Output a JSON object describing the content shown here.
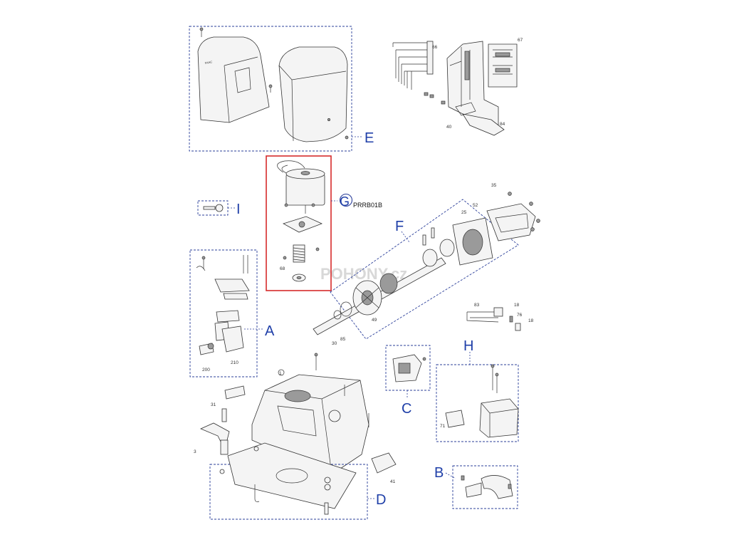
{
  "group_labels": {
    "A": "A",
    "B": "B",
    "C": "C",
    "D": "D",
    "E": "E",
    "F": "F",
    "G": "G",
    "H": "H",
    "I": "I"
  },
  "kit_code": "PRRB01B",
  "watermark": "POHONY.cz",
  "part_numbers": {
    "p66": "66",
    "p67": "67",
    "p40": "40",
    "p84": "84",
    "p35": "35",
    "p52": "52",
    "p25": "25",
    "p68": "68",
    "p49": "49",
    "p30": "30",
    "p85": "85",
    "p83": "83",
    "p18a": "18",
    "p76": "76",
    "p18b": "18",
    "p200": "200",
    "p210": "210",
    "p1": "1",
    "p31": "31",
    "p3": "3",
    "p41": "41",
    "p71": "71"
  },
  "colors": {
    "group_frame": "#2b3f9a",
    "highlight_frame": "#d62b2b",
    "letter": "#1f3fa8"
  }
}
